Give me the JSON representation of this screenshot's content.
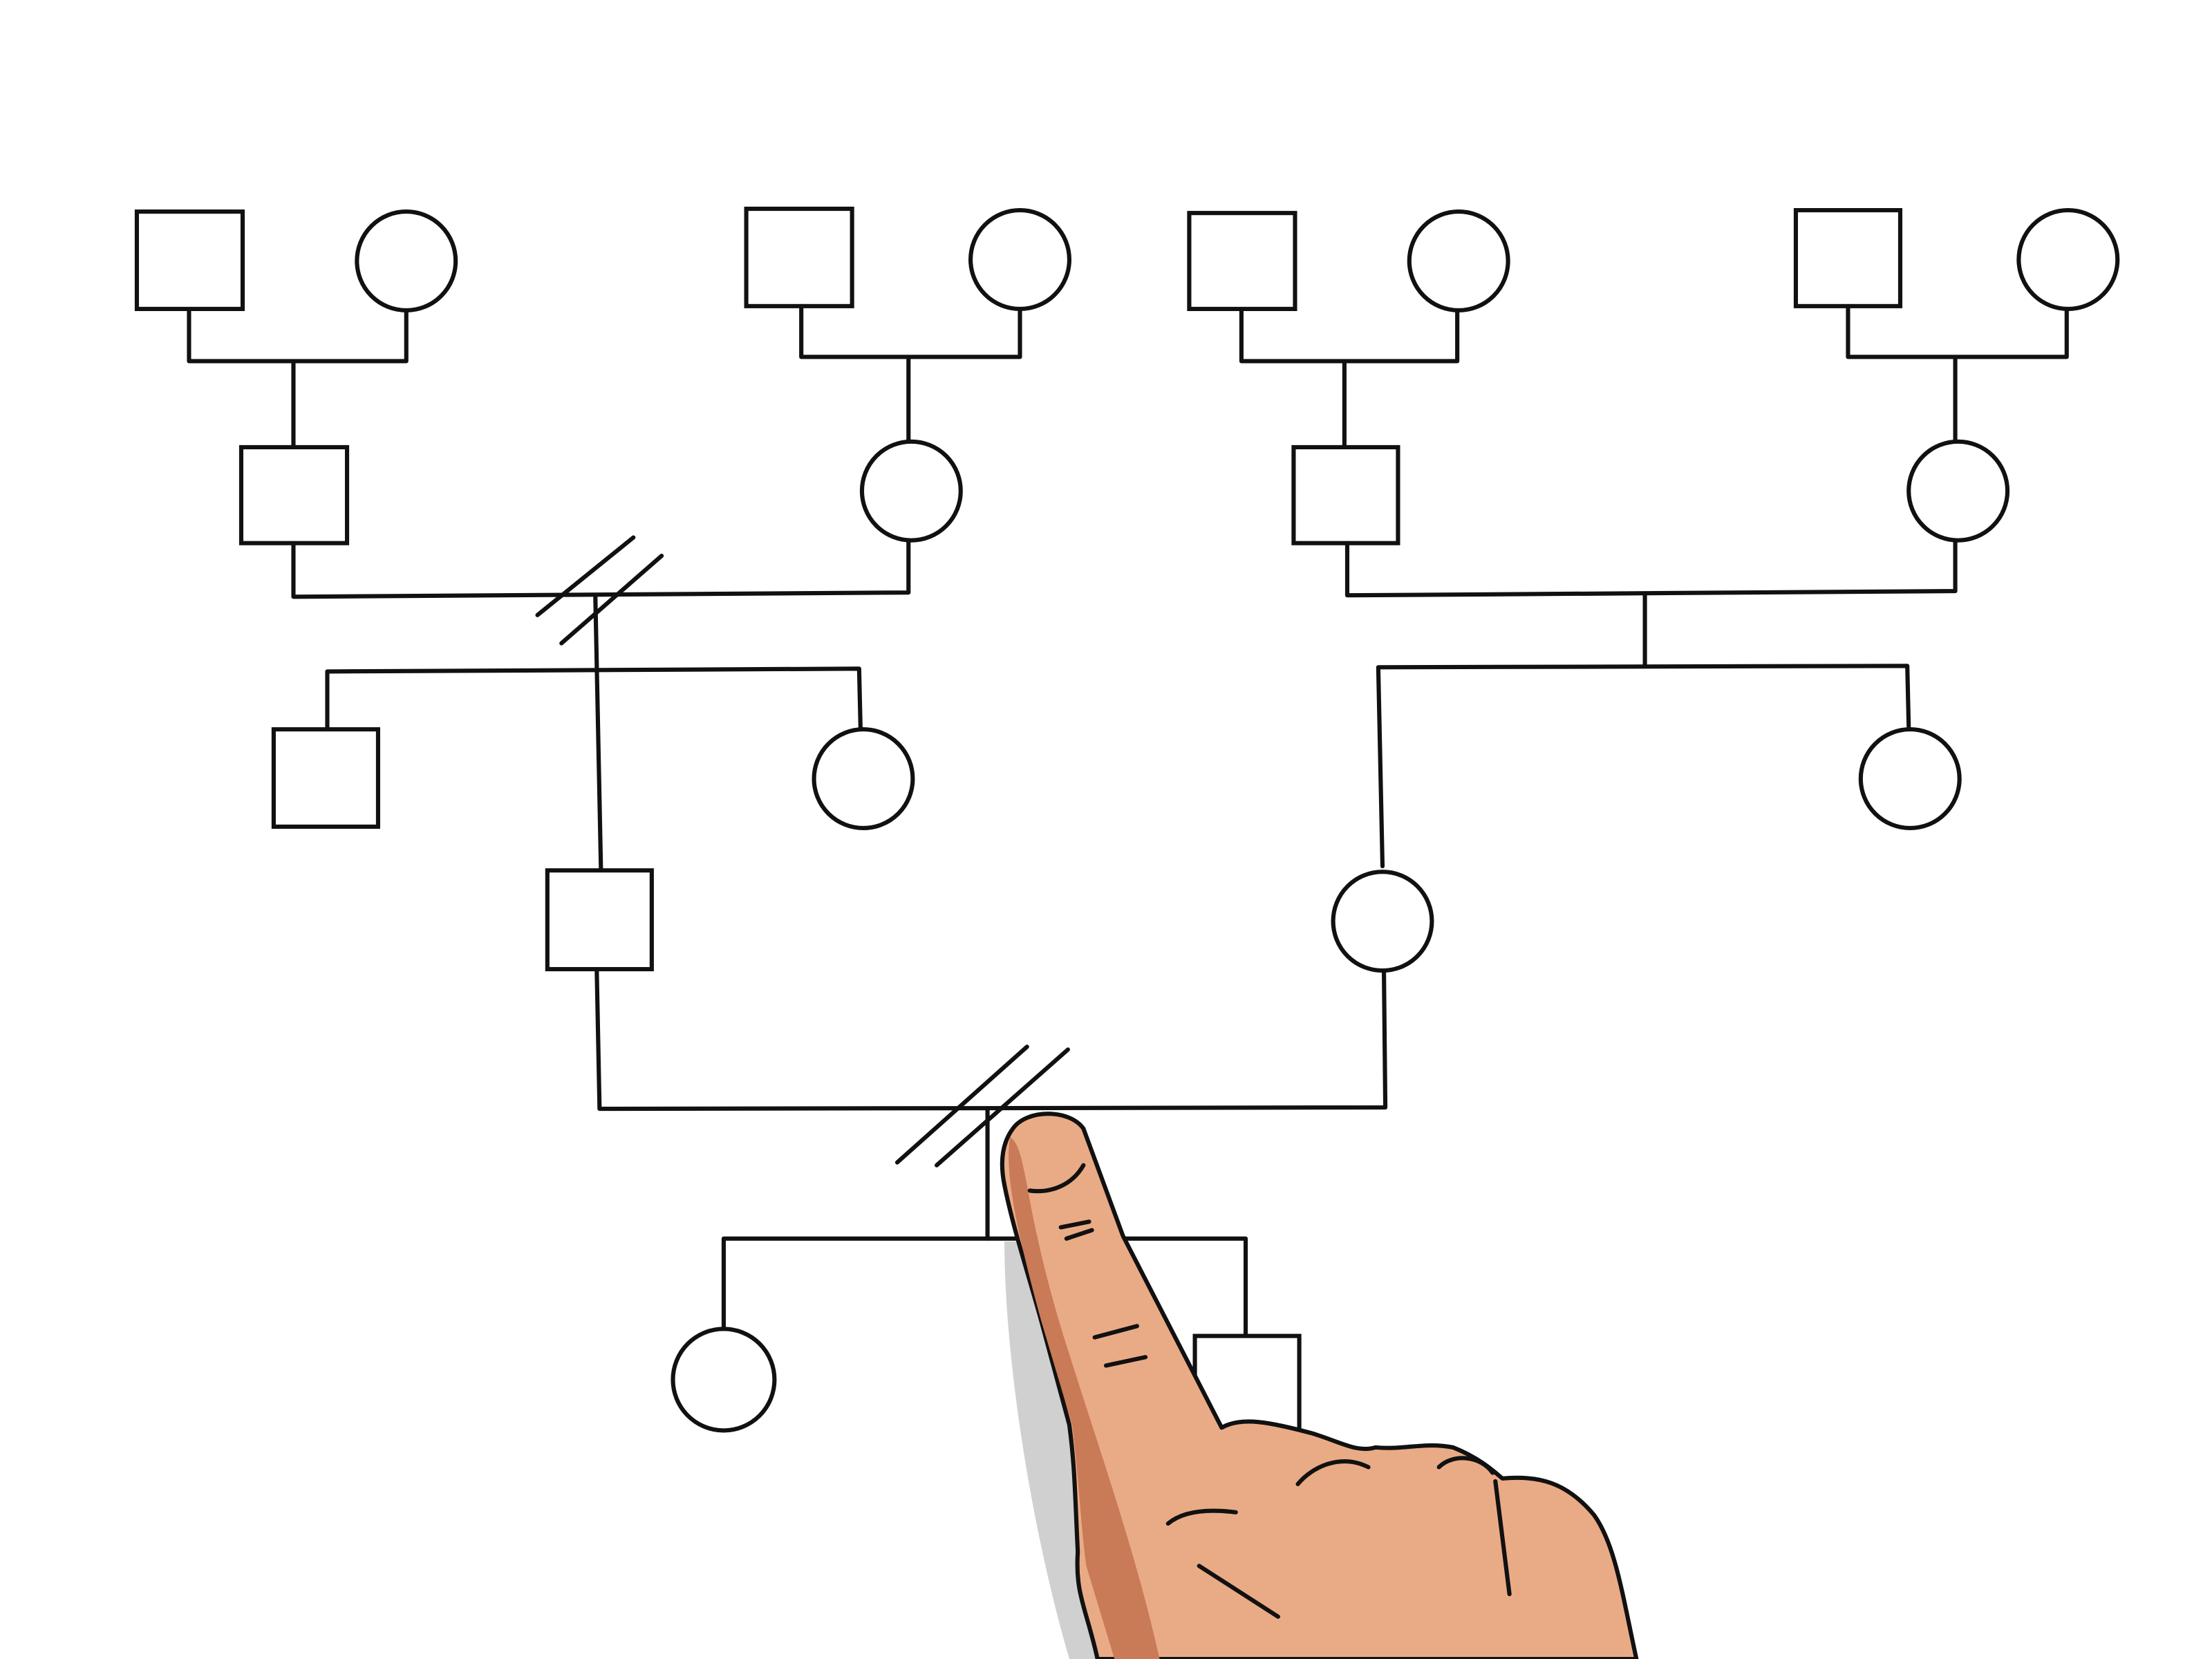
{
  "diagram": {
    "type": "pedigree-chart",
    "generations": [
      {
        "generation": 1,
        "members": [
          "male",
          "female",
          "male",
          "female",
          "male",
          "female",
          "male",
          "female"
        ]
      },
      {
        "generation": 2,
        "members": [
          "male",
          "female",
          "male",
          "female"
        ]
      },
      {
        "generation": 3,
        "members": [
          "male",
          "female",
          "male",
          "female",
          "female"
        ]
      },
      {
        "generation": 4,
        "members": [
          "female",
          "male"
        ]
      }
    ],
    "divorce_markers": 2
  },
  "colors": {
    "line": "#111111",
    "background": "#ffffff",
    "skin": "#e9ab86",
    "skin_shade": "#c97a56",
    "shadow": "#d0d0d0"
  }
}
